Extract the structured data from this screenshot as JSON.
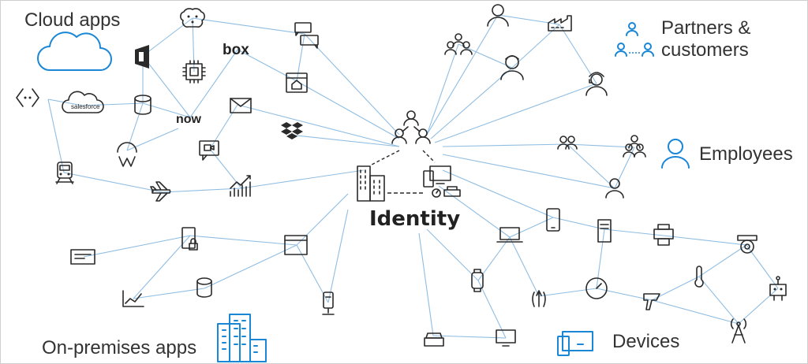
{
  "labels": {
    "cloud_apps": "Cloud apps",
    "partners": "Partners &",
    "customers": "customers",
    "employees": "Employees",
    "on_premises": "On-premises apps",
    "devices": "Devices",
    "identity": "Identity"
  },
  "brands": {
    "box": "box",
    "now": "now",
    "salesforce": "salesforce"
  },
  "colors": {
    "accent": "#1a86d6",
    "edge": "#8fbde2",
    "ink": "#2a2a2a"
  }
}
